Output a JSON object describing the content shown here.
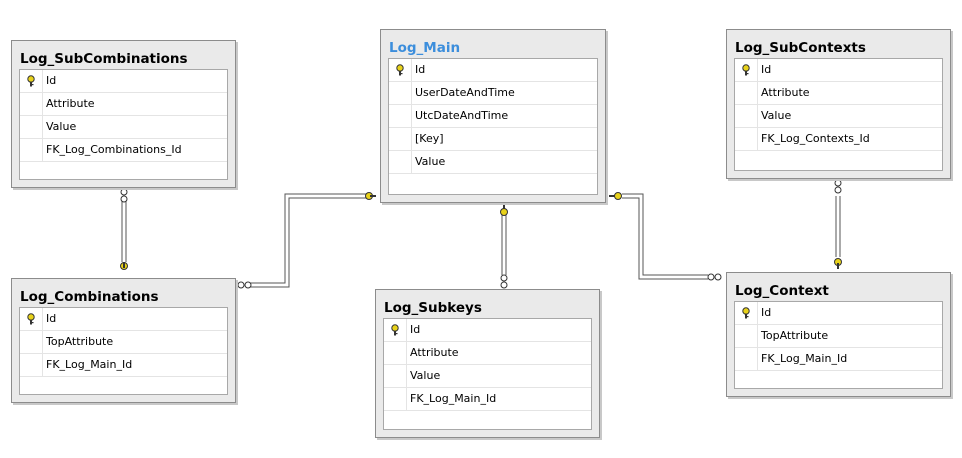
{
  "tables": {
    "log_subcombinations": {
      "title": "Log_SubCombinations",
      "columns": [
        "Id",
        "Attribute",
        "Value",
        "FK_Log_Combinations_Id"
      ]
    },
    "log_main": {
      "title": "Log_Main",
      "columns": [
        "Id",
        "UserDateAndTime",
        "UtcDateAndTime",
        "[Key]",
        "Value"
      ]
    },
    "log_subcontexts": {
      "title": "Log_SubContexts",
      "columns": [
        "Id",
        "Attribute",
        "Value",
        "FK_Log_Contexts_Id"
      ]
    },
    "log_combinations": {
      "title": "Log_Combinations",
      "columns": [
        "Id",
        "TopAttribute",
        "FK_Log_Main_Id"
      ]
    },
    "log_subkeys": {
      "title": "Log_Subkeys",
      "columns": [
        "Id",
        "Attribute",
        "Value",
        "FK_Log_Main_Id"
      ]
    },
    "log_context": {
      "title": "Log_Context",
      "columns": [
        "Id",
        "TopAttribute",
        "FK_Log_Main_Id"
      ]
    }
  },
  "primary_key_icon": "key-icon",
  "relationship_icons": {
    "one_end": "key-icon",
    "many_end": "infinity-icon"
  },
  "colors": {
    "selected_title": "#3c8edc",
    "key": "#e8d21a",
    "table_bg": "#eaeaea"
  }
}
